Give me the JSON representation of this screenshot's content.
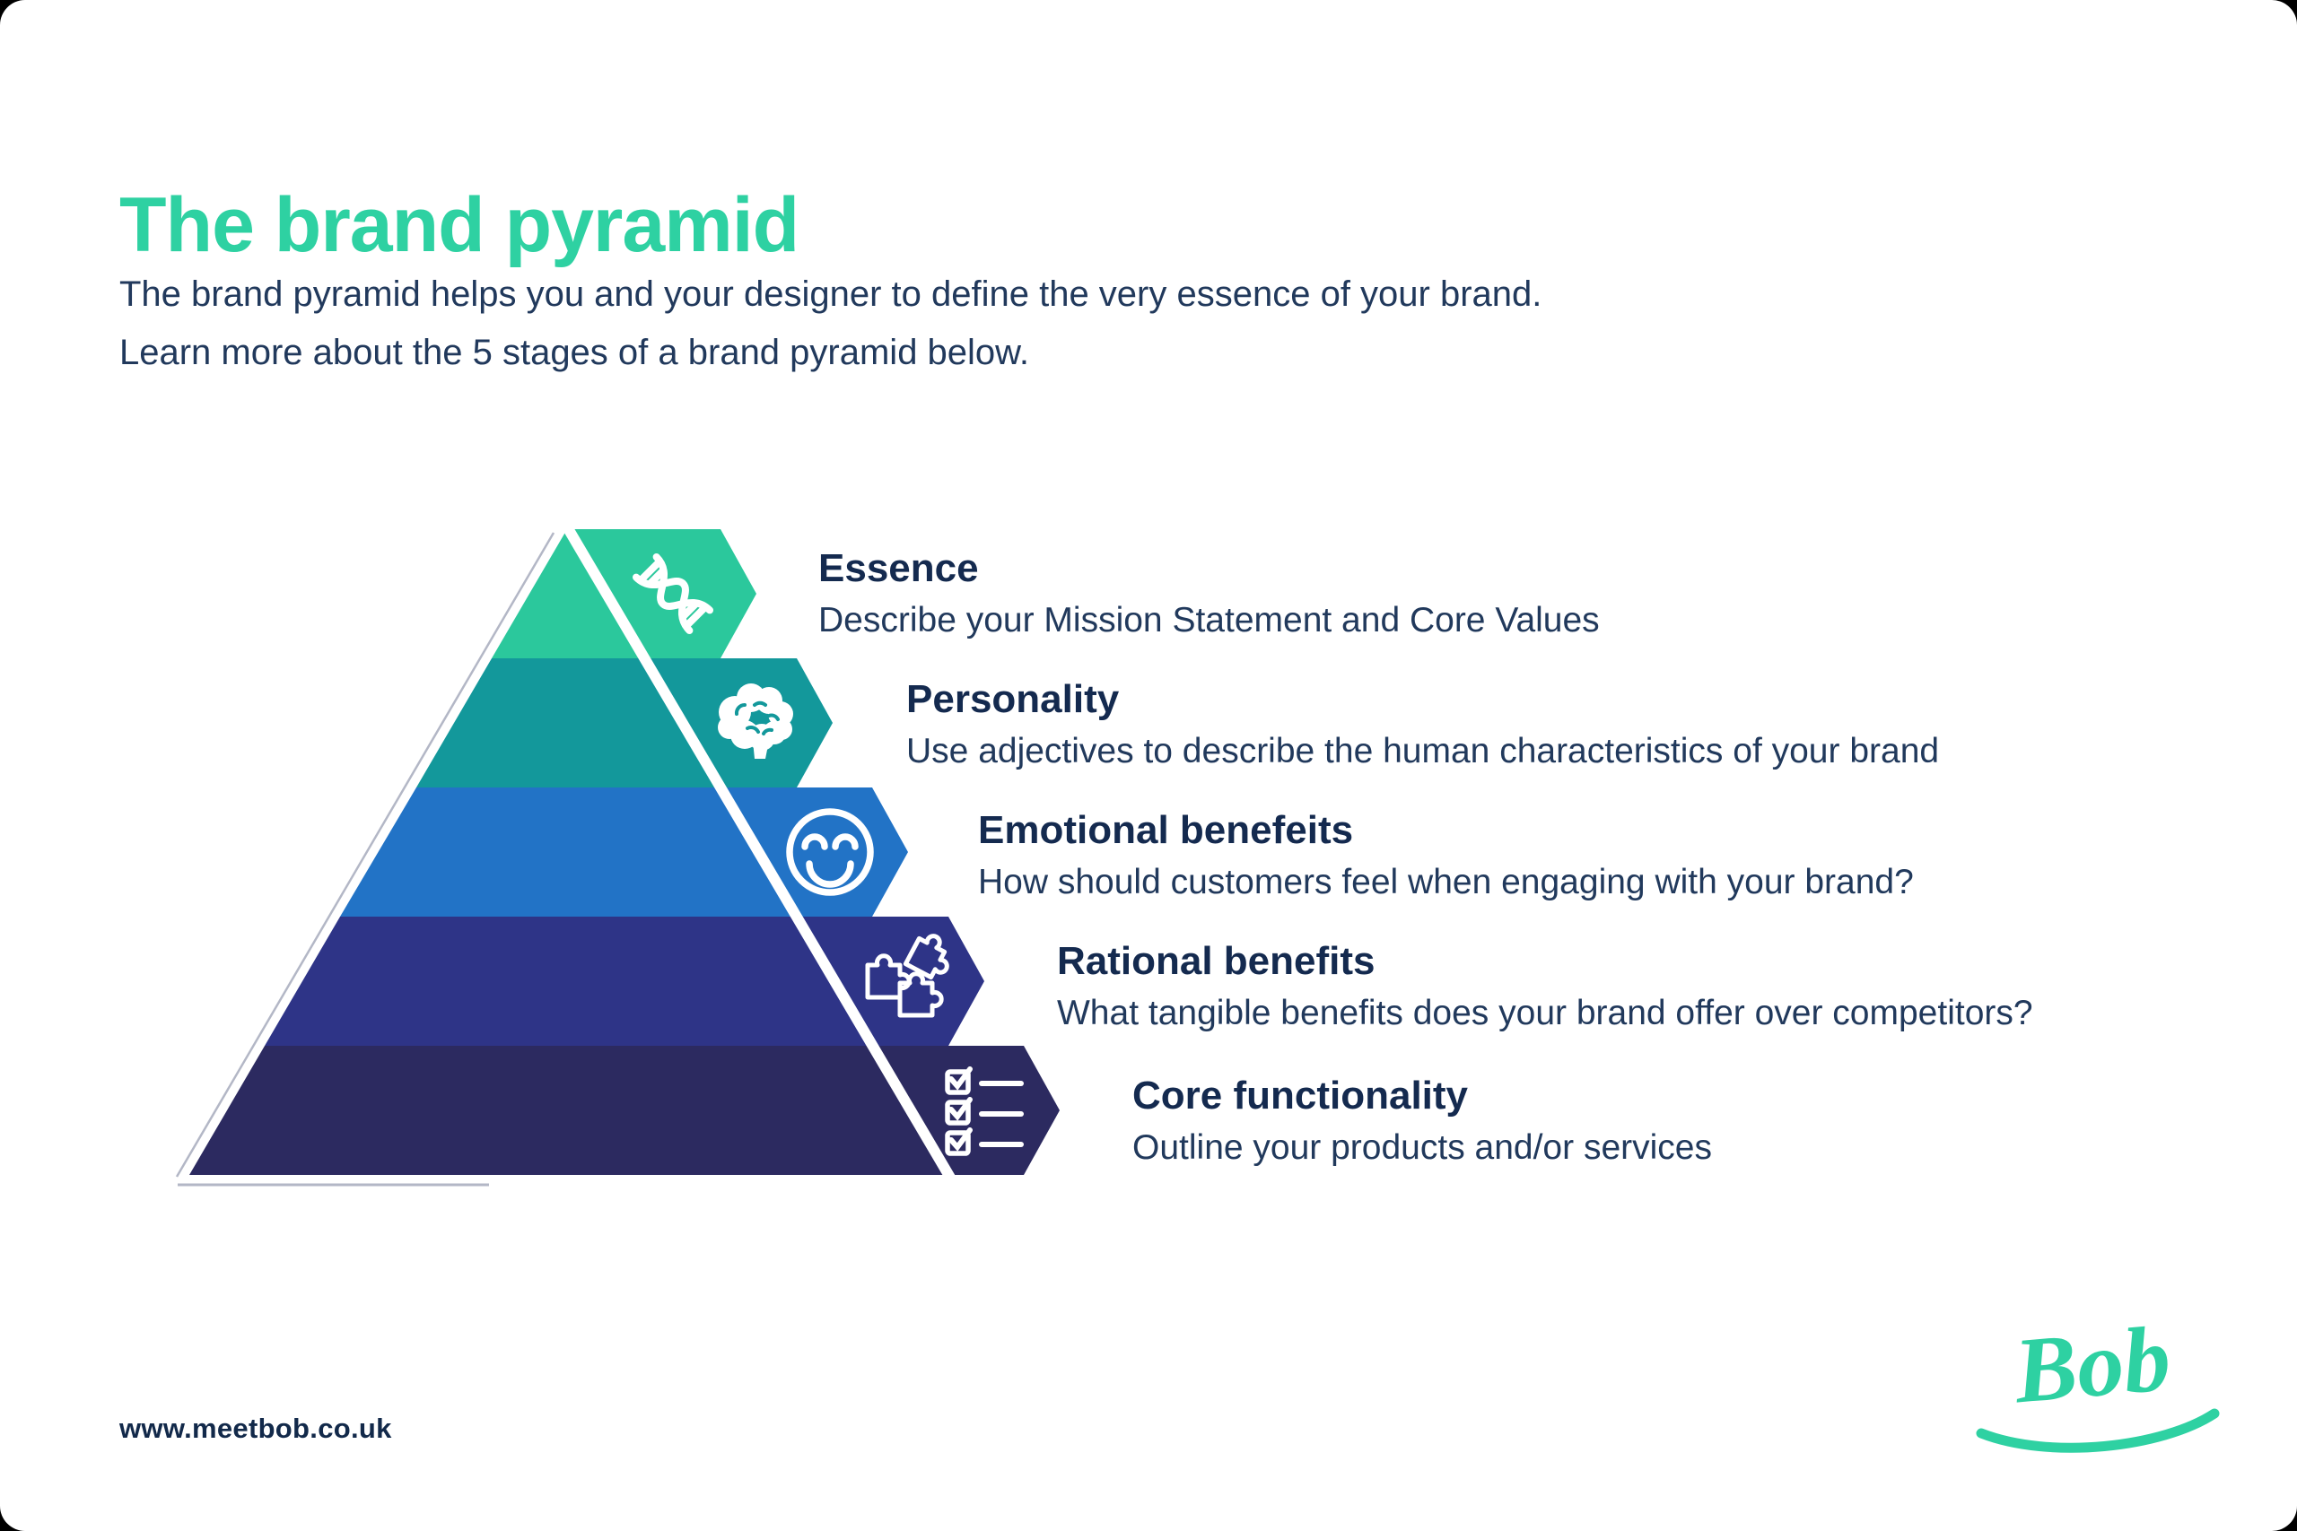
{
  "header": {
    "title": "The brand pyramid",
    "title_color": "#2ED1A2",
    "intro_line1": "The brand pyramid helps you and your designer to define the very essence of your brand.",
    "intro_line2": "Learn more about the 5 stages of a brand pyramid below.",
    "intro_color": "#21395C"
  },
  "pyramid": {
    "divider_color": "#FFFFFF",
    "heading_color": "#142A4F",
    "description_color": "#21395C",
    "levels": [
      {
        "title": "Essence",
        "description": "Describe your Mission Statement and Core Values",
        "color": "#2BC89C",
        "icon": "dna-icon"
      },
      {
        "title": "Personality",
        "description": "Use adjectives to describe the human characteristics of your brand",
        "color": "#13989B",
        "icon": "brain-icon"
      },
      {
        "title": "Emotional benefeits",
        "description": "How should customers feel when engaging with your brand?",
        "color": "#2273C6",
        "icon": "smiley-icon"
      },
      {
        "title": "Rational benefits",
        "description": "What tangible benefits does your brand offer over competitors?",
        "color": "#2E3487",
        "icon": "puzzle-icon"
      },
      {
        "title": "Core functionality",
        "description": "Outline your products and/or services",
        "color": "#2C2A60",
        "icon": "checklist-icon"
      }
    ]
  },
  "footer": {
    "website": "www.meetbob.co.uk",
    "website_color": "#12294A",
    "logo_text": "Bob",
    "logo_color": "#2ED1A2"
  }
}
